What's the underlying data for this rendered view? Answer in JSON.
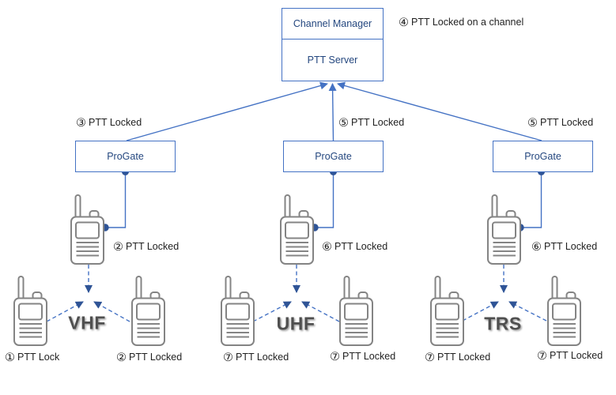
{
  "colors": {
    "accent": "#4472c4",
    "navy": "#24477f",
    "dot": "#2f5496",
    "radio": "#848484",
    "band": "#4f4f4f",
    "ink": "#1f1f1f"
  },
  "server": {
    "line1": "Channel Manager",
    "line2": "PTT Server",
    "note": {
      "badge": "④",
      "text": "PTT Locked on a channel"
    }
  },
  "groups": [
    {
      "band": "VHF",
      "gateway": "ProGate",
      "uplink": {
        "badge": "③",
        "text": "PTT Locked"
      },
      "base_radio": {
        "badge": "②",
        "text": "PTT Locked"
      },
      "handset_left": {
        "badge": "①",
        "text": "PTT Lock"
      },
      "handset_right": {
        "badge": "②",
        "text": "PTT Locked"
      }
    },
    {
      "band": "UHF",
      "gateway": "ProGate",
      "uplink": {
        "badge": "⑤",
        "text": "PTT Locked"
      },
      "base_radio": {
        "badge": "⑥",
        "text": "PTT Locked"
      },
      "handset_left": {
        "badge": "⑦",
        "text": "PTT Locked"
      },
      "handset_right": {
        "badge": "⑦",
        "text": "PTT Locked"
      }
    },
    {
      "band": "TRS",
      "gateway": "ProGate",
      "uplink": {
        "badge": "⑤",
        "text": "PTT Locked"
      },
      "base_radio": {
        "badge": "⑥",
        "text": "PTT Locked"
      },
      "handset_left": {
        "badge": "⑦",
        "text": "PTT Locked"
      },
      "handset_right": {
        "badge": "⑦",
        "text": "PTT Locked"
      }
    }
  ]
}
